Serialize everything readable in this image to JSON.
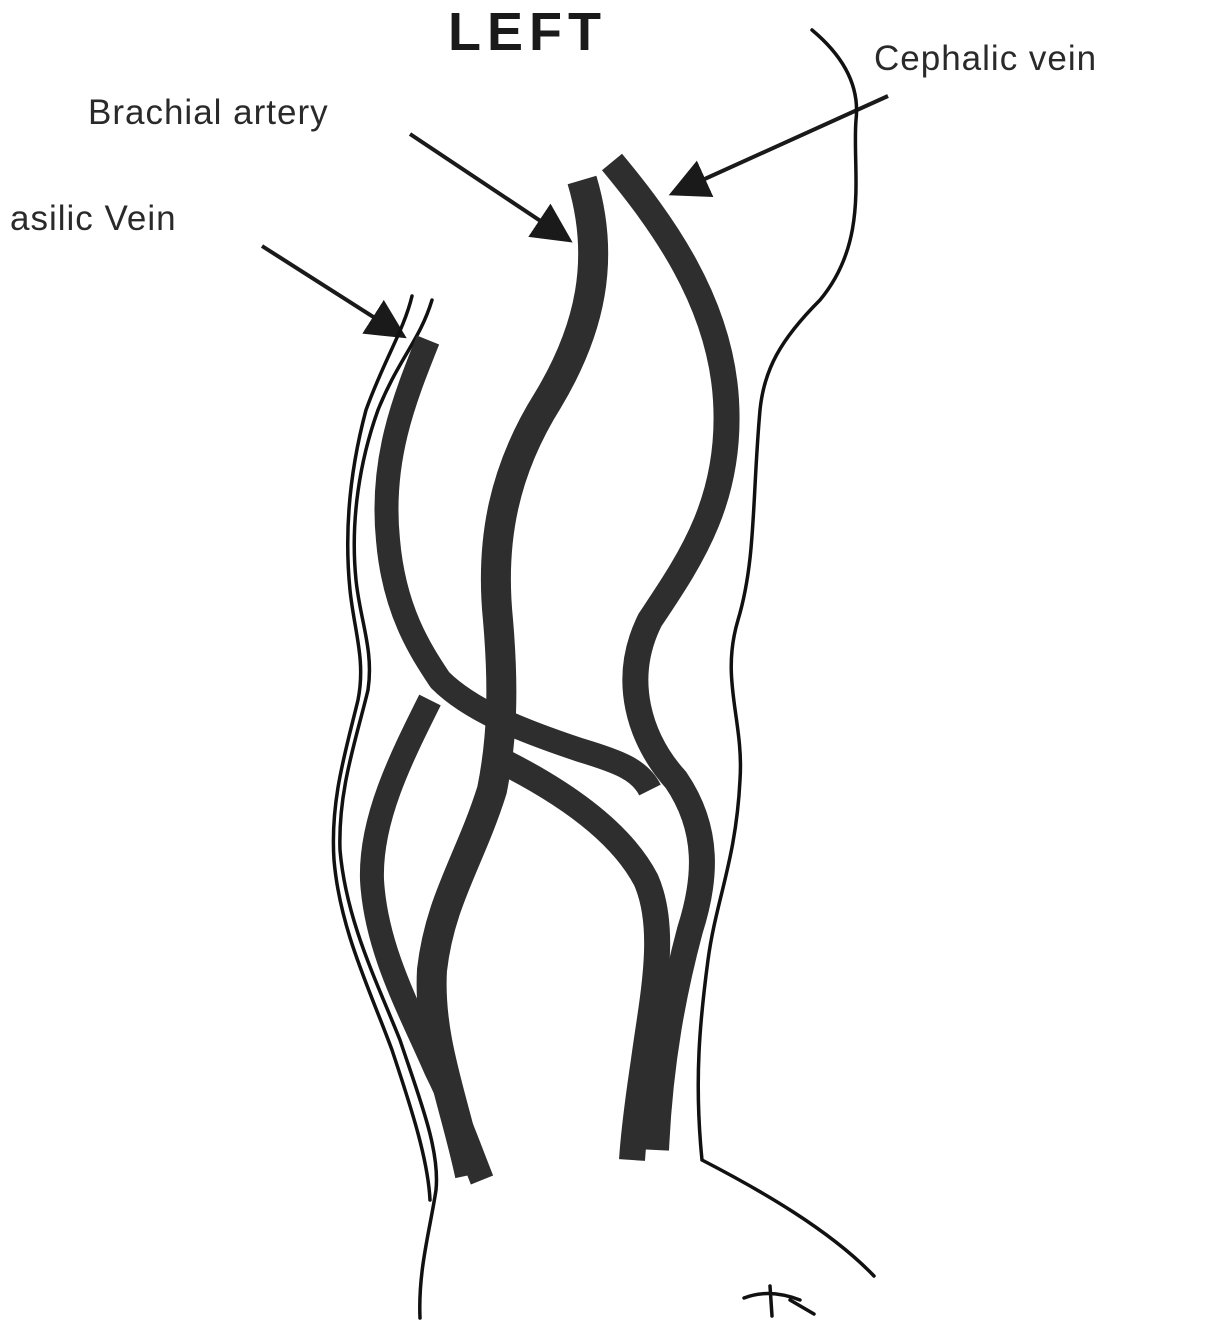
{
  "diagram": {
    "title": "LEFT",
    "labels": {
      "cephalic_vein": "Cephalic vein",
      "brachial_artery": "Brachial artery",
      "basilic_vein": "asilic Vein"
    }
  }
}
